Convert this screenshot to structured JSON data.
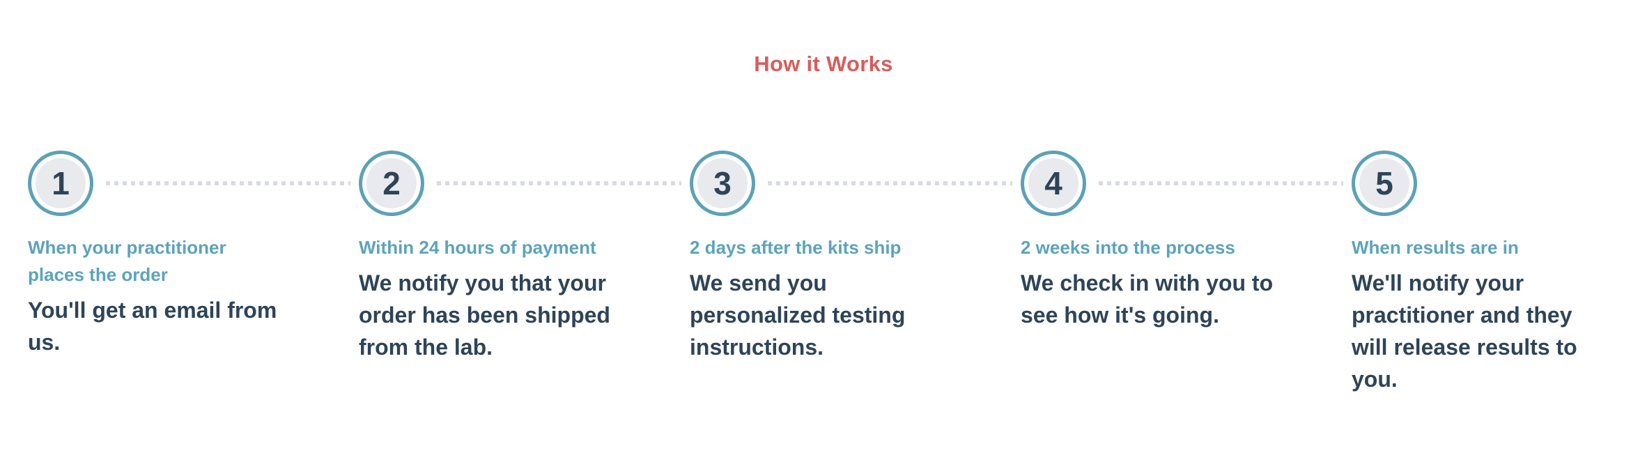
{
  "title": "How it Works",
  "colors": {
    "title": "#D95C5C",
    "circle_ring": "#5BA2B6",
    "circle_fill": "#E8EAEE",
    "step_number": "#2E4458",
    "timing_text": "#5CA3BC",
    "description_text": "#2E4458",
    "connector_dots": "#D8DCE1",
    "background": "#FFFFFF"
  },
  "steps": [
    {
      "number": "1",
      "timing": "When your practitioner\nplaces the order",
      "description": "You'll get an email from\nus."
    },
    {
      "number": "2",
      "timing": "Within 24 hours of payment",
      "description": "We notify you that your\norder has been shipped\nfrom the lab."
    },
    {
      "number": "3",
      "timing": "2 days after the kits ship",
      "description": "We send you\npersonalized testing\ninstructions."
    },
    {
      "number": "4",
      "timing": "2 weeks into the process",
      "description": "We check in with you to\nsee how it's going."
    },
    {
      "number": "5",
      "timing": "When results are in",
      "description": "We'll notify your\npractitioner and they\nwill release results to\nyou."
    }
  ]
}
